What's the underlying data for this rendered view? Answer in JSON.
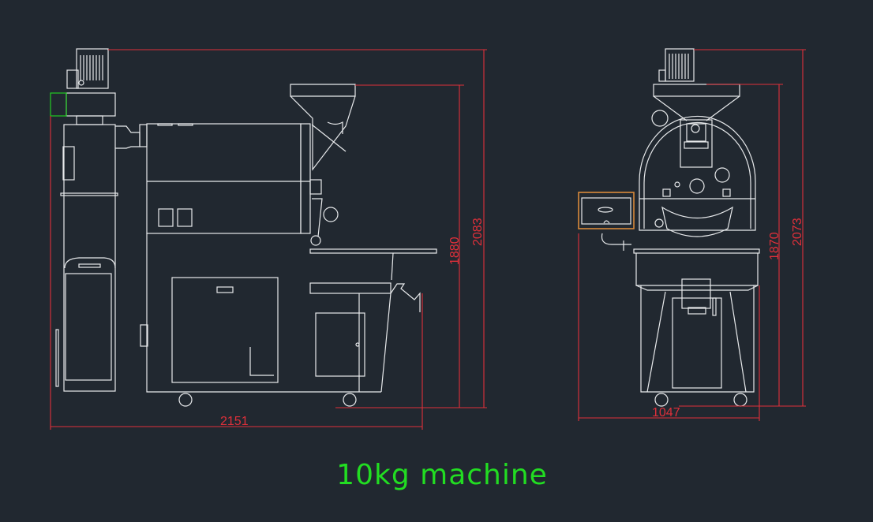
{
  "title": "10kg machine",
  "side_view": {
    "dimensions": {
      "overall_height": "2083",
      "hopper_height": "1880",
      "overall_length": "2151"
    }
  },
  "front_view": {
    "dimensions": {
      "overall_height": "2073",
      "hopper_height": "1870",
      "overall_width": "1047"
    }
  },
  "colors": {
    "background": "#212830",
    "lines": "#e8eaec",
    "dimensions": "#e0303a",
    "title": "#22dd22",
    "control_box": "#d98a3a"
  }
}
